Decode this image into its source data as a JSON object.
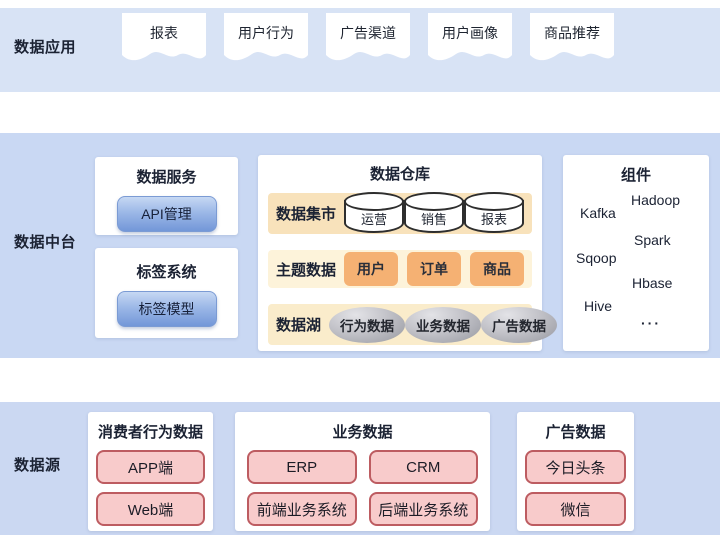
{
  "colors": {
    "band_top": "#d8e3f5",
    "band_middle": "#c9d8f3",
    "band_bottom": "#cbd8f2",
    "warehouse_row_mart": "#f8e2bb",
    "warehouse_row_topic": "#fdf3da",
    "warehouse_row_lake": "#faeccb",
    "chip_orange": "#f5b173",
    "ellipse_gray": "#a8a8b0",
    "button_blue_top": "#c6d8f3",
    "button_blue_bottom": "#7397d8",
    "button_pink_fill": "#f8cbcb",
    "button_pink_border": "#bd5c61",
    "text_dark": "#1b2233"
  },
  "top": {
    "label": "数据应用",
    "cards": [
      "报表",
      "用户行为",
      "广告渠道",
      "用户画像",
      "商品推荐"
    ]
  },
  "middle": {
    "label": "数据中台",
    "data_service": {
      "title": "数据服务",
      "button": "API管理"
    },
    "tag_system": {
      "title": "标签系统",
      "button": "标签模型"
    },
    "warehouse": {
      "title": "数据仓库",
      "rows": [
        {
          "label": "数据集市",
          "style": "cylinder",
          "items": [
            "运营",
            "销售",
            "报表"
          ]
        },
        {
          "label": "主题数据",
          "style": "orange-chip",
          "items": [
            "用户",
            "订单",
            "商品"
          ]
        },
        {
          "label": "数据湖",
          "style": "gray-ellipse",
          "items": [
            "行为数据",
            "业务数据",
            "广告数据"
          ]
        }
      ]
    },
    "components": {
      "title": "组件",
      "items": [
        "Kafka",
        "Hadoop",
        "Spark",
        "Sqoop",
        "Hbase",
        "Hive",
        "···"
      ]
    }
  },
  "bottom": {
    "label": "数据源",
    "groups": [
      {
        "title": "消费者行为数据",
        "items": [
          "APP端",
          "Web端"
        ]
      },
      {
        "title": "业务数据",
        "items": [
          "ERP",
          "CRM",
          "前端业务系统",
          "后端业务系统"
        ]
      },
      {
        "title": "广告数据",
        "items": [
          "今日头条",
          "微信"
        ]
      }
    ]
  }
}
